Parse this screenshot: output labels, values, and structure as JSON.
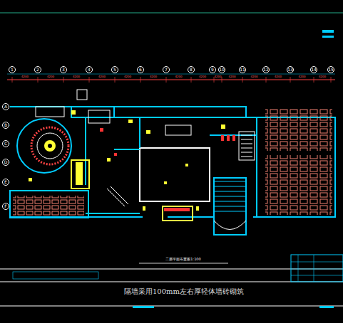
{
  "diagram": {
    "caption": "隔墙采用100mm左右厚轻体墙砖砌筑",
    "nodes": [
      {
        "text": [
          "1"
        ]
      },
      {
        "text": [
          "2"
        ]
      },
      {
        "text": [
          "3"
        ]
      },
      {
        "text": [
          "4"
        ]
      },
      {
        "text": [
          "5"
        ]
      },
      {
        "text": [
          "6"
        ]
      },
      {
        "text": [
          "7"
        ]
      },
      {
        "text": [
          "8"
        ]
      },
      {
        "text": [
          "9"
        ]
      },
      {
        "text": [
          "10"
        ]
      },
      {
        "text": [
          "11"
        ]
      },
      {
        "text": [
          "12"
        ]
      },
      {
        "text": [
          "13"
        ]
      },
      {
        "text": [
          "14"
        ]
      },
      {
        "text": [
          "15"
        ]
      },
      {
        "text": [
          "A"
        ]
      },
      {
        "text": [
          "B"
        ]
      },
      {
        "text": [
          "C"
        ]
      },
      {
        "text": [
          "D"
        ]
      },
      {
        "text": [
          "E"
        ]
      },
      {
        "text": [
          "F"
        ]
      }
    ],
    "labels": [
      "4200",
      "4200",
      "4200",
      "4200",
      "4200",
      "4200",
      "4200",
      "4200",
      "4200",
      "4200",
      "4200",
      "4200",
      "4200",
      "4200",
      "二层平面布置图1:100"
    ]
  }
}
